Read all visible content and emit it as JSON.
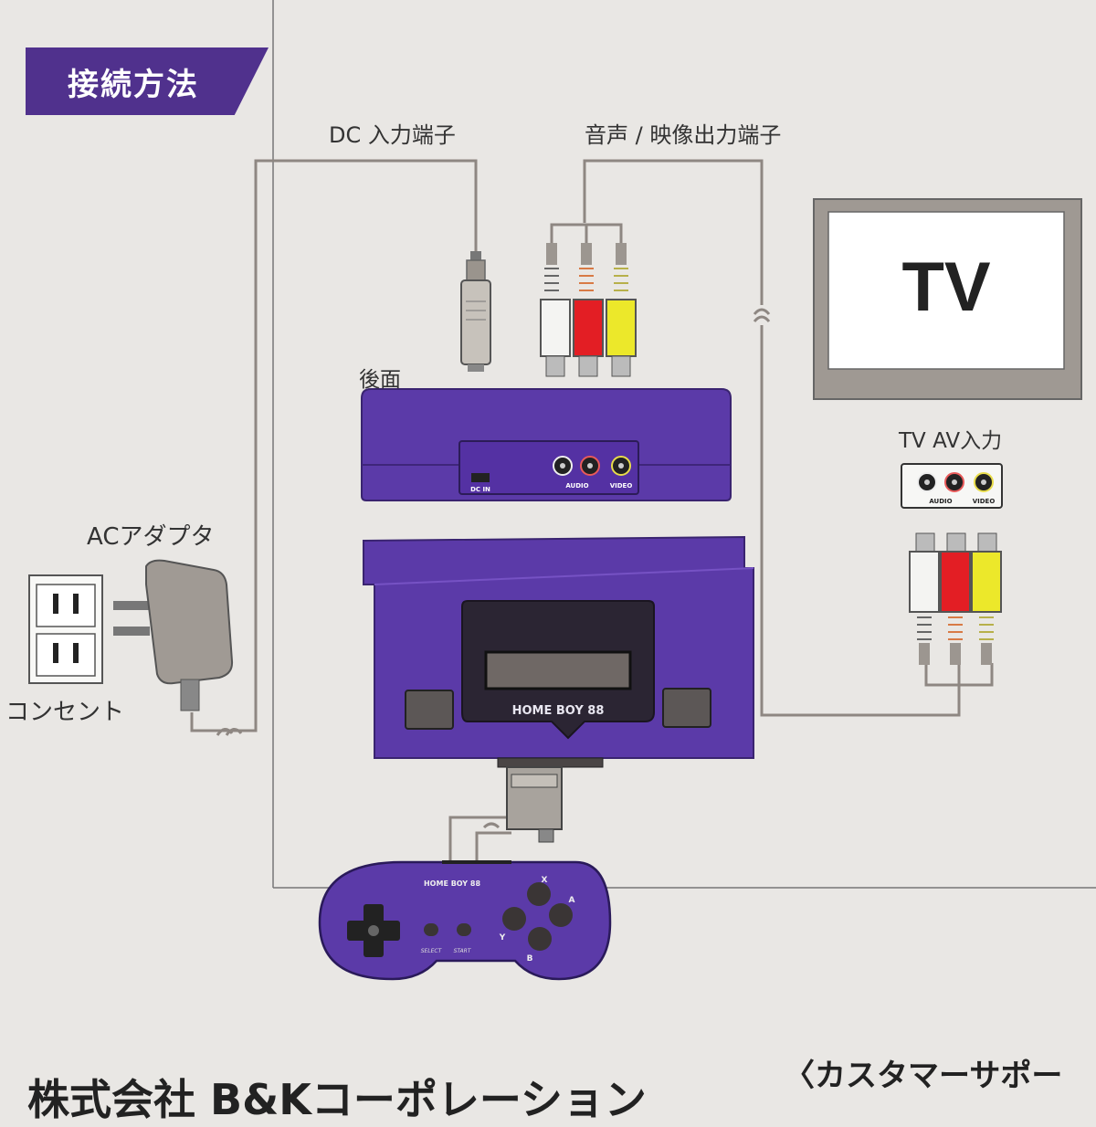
{
  "section_title": "接続方法",
  "labels": {
    "dc_input": "DC 入力端子",
    "av_output": "音声 / 映像出力端子",
    "rear": "後面",
    "ac_adapter": "ACアダプタ",
    "outlet": "コンセント",
    "tv": "TV",
    "tv_av_input": "TV  AV入力"
  },
  "port_labels": {
    "dc_in": "DC IN",
    "audio": "AUDIO",
    "video": "VIDEO"
  },
  "console_brand": "HOME BOY 88",
  "controller": {
    "brand": "HOME BOY 88",
    "select": "SELECT",
    "start": "START",
    "x": "X",
    "y": "Y",
    "a": "A",
    "b": "B"
  },
  "footer": {
    "left": "株式会社 B&Kコーポレーション",
    "right": "〈カスタマーサポー"
  },
  "colors": {
    "accent_purple": "#50318d",
    "console_purple": "#5b3aa8",
    "plug_white": "#f4f4f2",
    "plug_red": "#e31e24",
    "plug_yellow": "#ece82a",
    "line_gray": "#8e8782"
  }
}
